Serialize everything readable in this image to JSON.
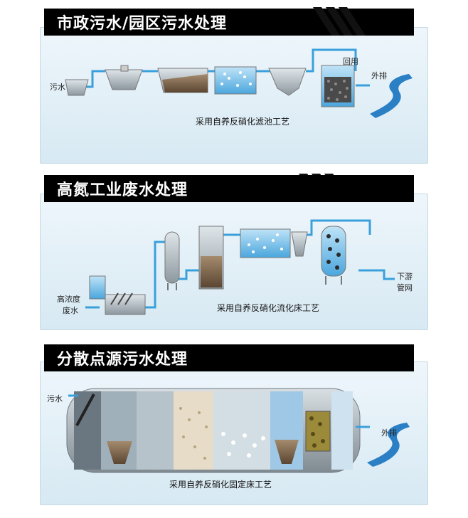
{
  "sections": [
    {
      "title": "市政污水/园区污水处理",
      "inlet": "污水",
      "recycle": "回用",
      "outlet": "外排",
      "caption": "采用自养反硝化滤池工艺"
    },
    {
      "title": "高氮工业废水处理",
      "inlet_line1": "高浓度",
      "inlet_line2": "废水",
      "outlet_line1": "下游",
      "outlet_line2": "管网",
      "caption": "采用自养反硝化流化床工艺"
    },
    {
      "title": "分散点源污水处理",
      "inlet": "污水",
      "outlet": "外排",
      "caption": "采用自养反硝化固定床工艺"
    }
  ],
  "colors": {
    "water": "#2b8fd6",
    "pipe": "#3aa0dc",
    "header": "#000000",
    "panel": "#e3f0f8"
  }
}
